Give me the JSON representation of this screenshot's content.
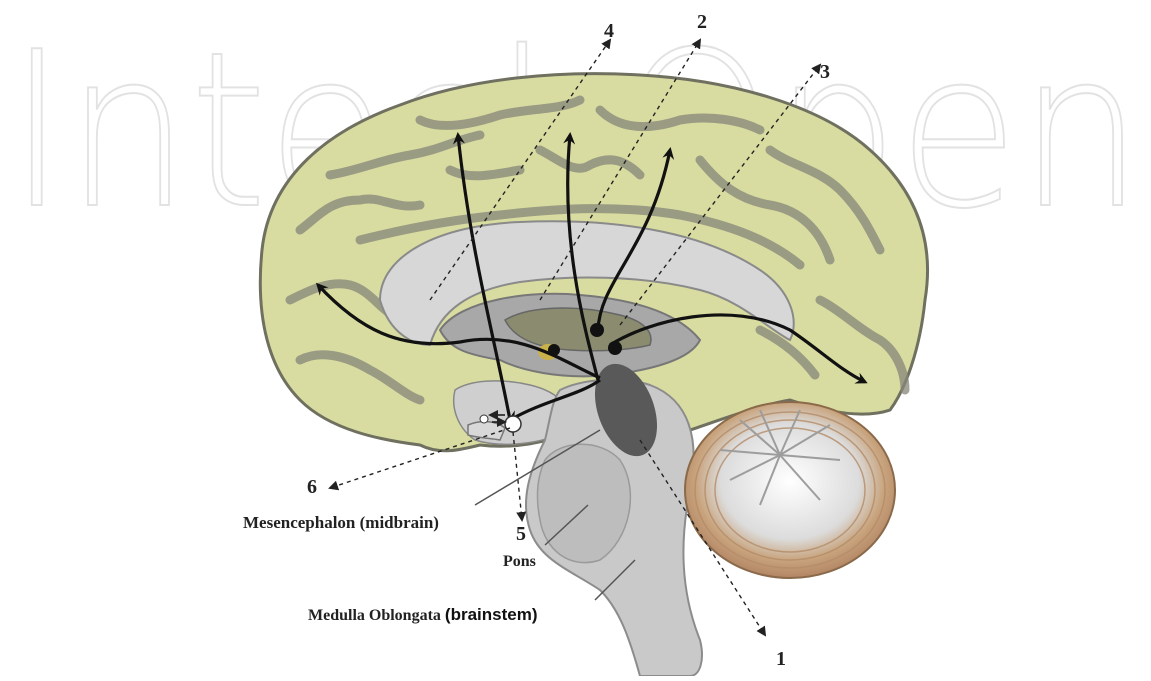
{
  "watermark": {
    "text": "IntechOpen",
    "color": "#e6e6e6"
  },
  "labels": {
    "mesencephalon": "Mesencephalon (midbrain)",
    "pons": "Pons",
    "medulla_prefix": "Medulla Oblongata ",
    "medulla_suffix": "(brainstem)"
  },
  "pathway_numbers": [
    "1",
    "2",
    "3",
    "4",
    "5",
    "6"
  ],
  "colors": {
    "cortex": "#d9dca0",
    "sulcus": "#7a7b70",
    "white_matter": "#d6d6d6",
    "brainstem": "#c8c8c8",
    "cerebellum_outer": "#b8906a",
    "cerebellum_inner": "#e8e8e8",
    "arrow": "#111111"
  }
}
